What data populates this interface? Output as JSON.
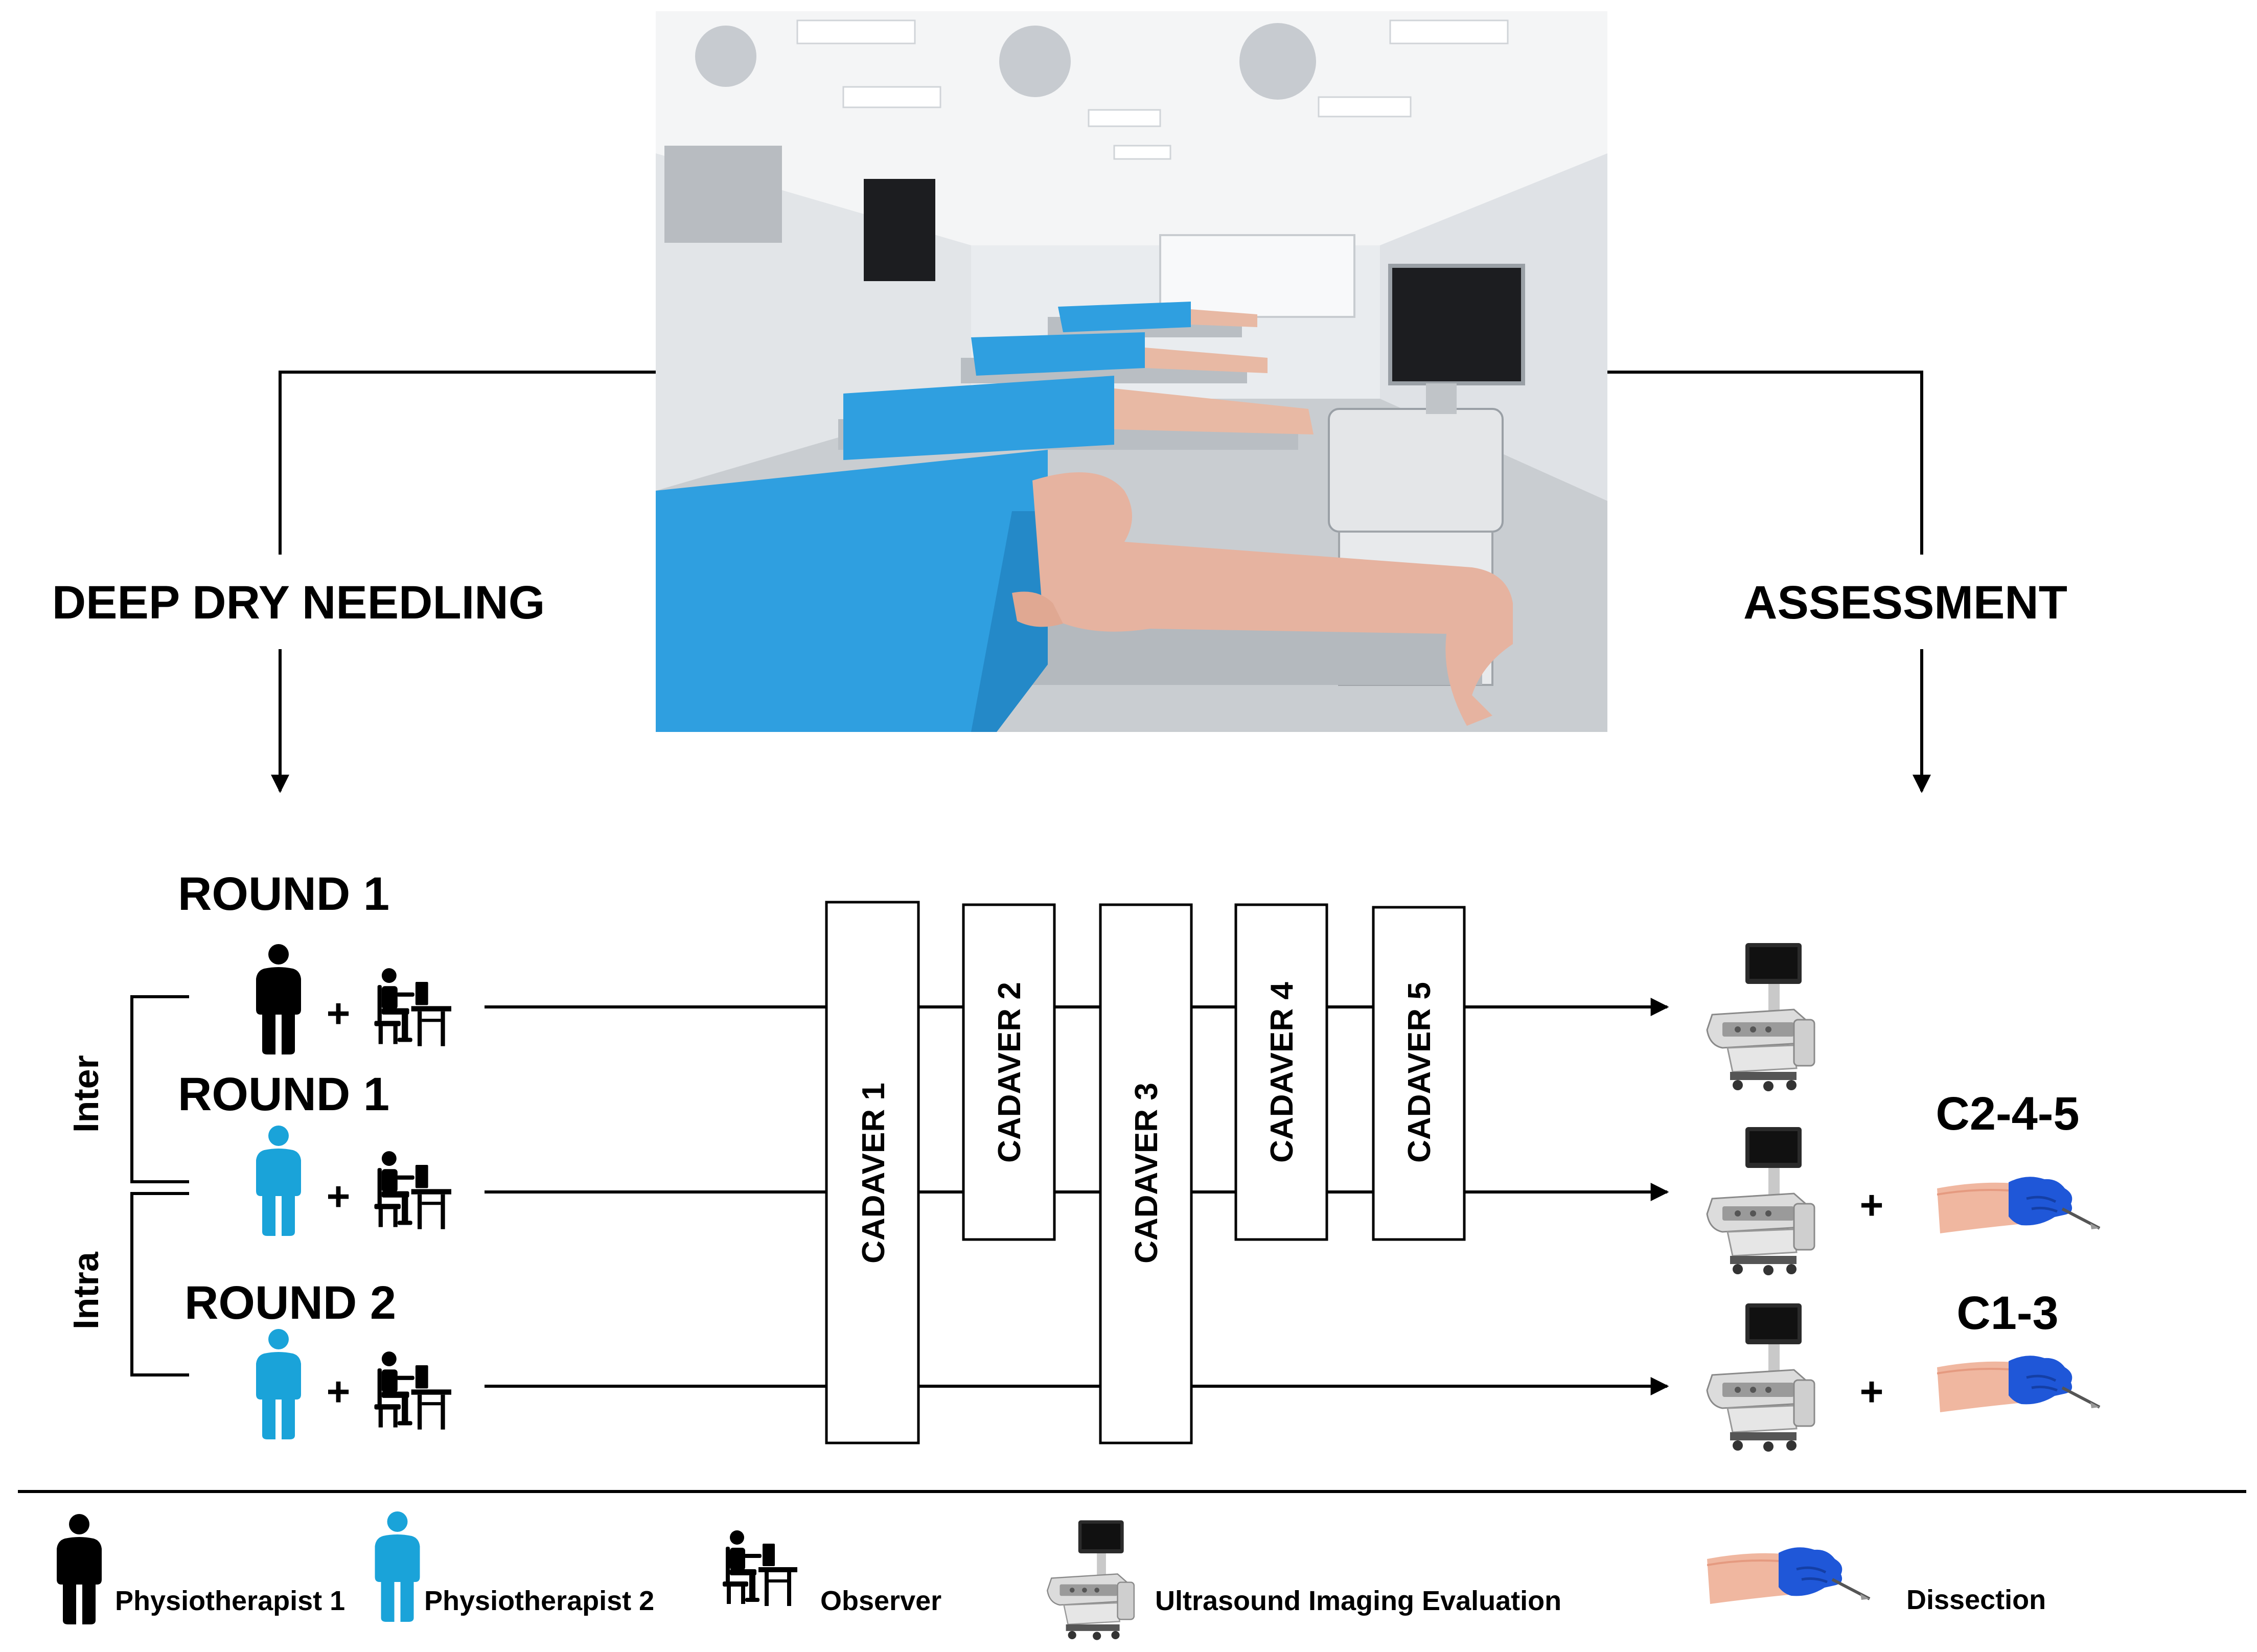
{
  "diagram": {
    "left_branch_title": "DEEP DRY NEEDLING",
    "right_branch_title": "ASSESSMENT",
    "rounds": [
      {
        "label": "ROUND 1",
        "actor": "physiotherapist-1",
        "group": "Inter"
      },
      {
        "label": "ROUND 1",
        "actor": "physiotherapist-2",
        "group": "Inter/Intra"
      },
      {
        "label": "ROUND 2",
        "actor": "physiotherapist-2",
        "group": "Intra"
      }
    ],
    "group_labels": {
      "inter": "Inter",
      "intra": "Intra"
    },
    "plus_sign": "+",
    "cadavers": [
      "CADAVER 1",
      "CADAVER 2",
      "CADAVER 3",
      "CADAVER 4",
      "CADAVER 5"
    ],
    "outcome_labels": {
      "upper": "C2-4-5",
      "lower": "C1-3"
    }
  },
  "legend": {
    "physio1": "Physiotherapist 1",
    "physio2": "Physiotherapist 2",
    "observer": "Observer",
    "ultrasound": "Ultrasound Imaging Evaluation",
    "dissection": "Dissection"
  },
  "icons": {
    "person": "person-icon",
    "observer": "observer-desk-icon",
    "ultrasound": "ultrasound-machine-icon",
    "dissection": "gloved-hand-scalpel-icon",
    "photo": "dissection-lab-photo"
  },
  "colors": {
    "physio1": "#000000",
    "physio2": "#1aa3d9",
    "drape": "#2f9fe0",
    "glove": "#1f57d8",
    "line": "#000000"
  }
}
